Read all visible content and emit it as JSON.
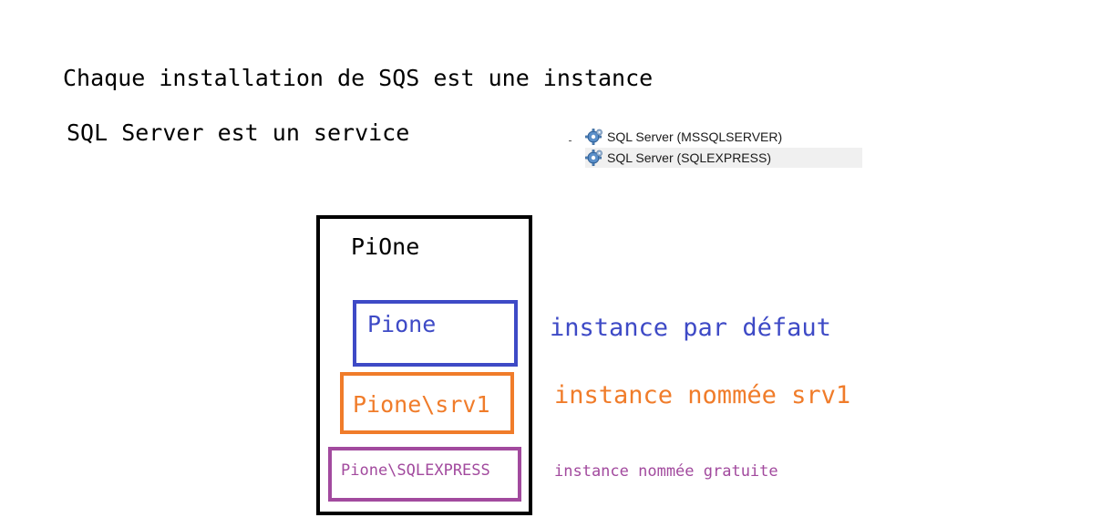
{
  "intro": {
    "line1": "Chaque installation de SQS est une instance",
    "line2": "SQL Server est un service"
  },
  "services": {
    "items": [
      {
        "label": "SQL Server (MSSQLSERVER)",
        "icon": "gear-icon"
      },
      {
        "label": "SQL Server (SQLEXPRESS)",
        "icon": "gear-icon",
        "highlighted": true
      }
    ]
  },
  "diagram": {
    "host": "PiOne",
    "instances": [
      {
        "name": "Pione",
        "description": "instance par défaut",
        "color": "#3e4ac6"
      },
      {
        "name": "Pione\\srv1",
        "description": "instance nommée srv1",
        "color": "#f07c2a"
      },
      {
        "name": "Pione\\SQLEXPRESS",
        "description": "instance nommée gratuite",
        "color": "#a24a9e"
      }
    ],
    "border_color": "#000000"
  }
}
